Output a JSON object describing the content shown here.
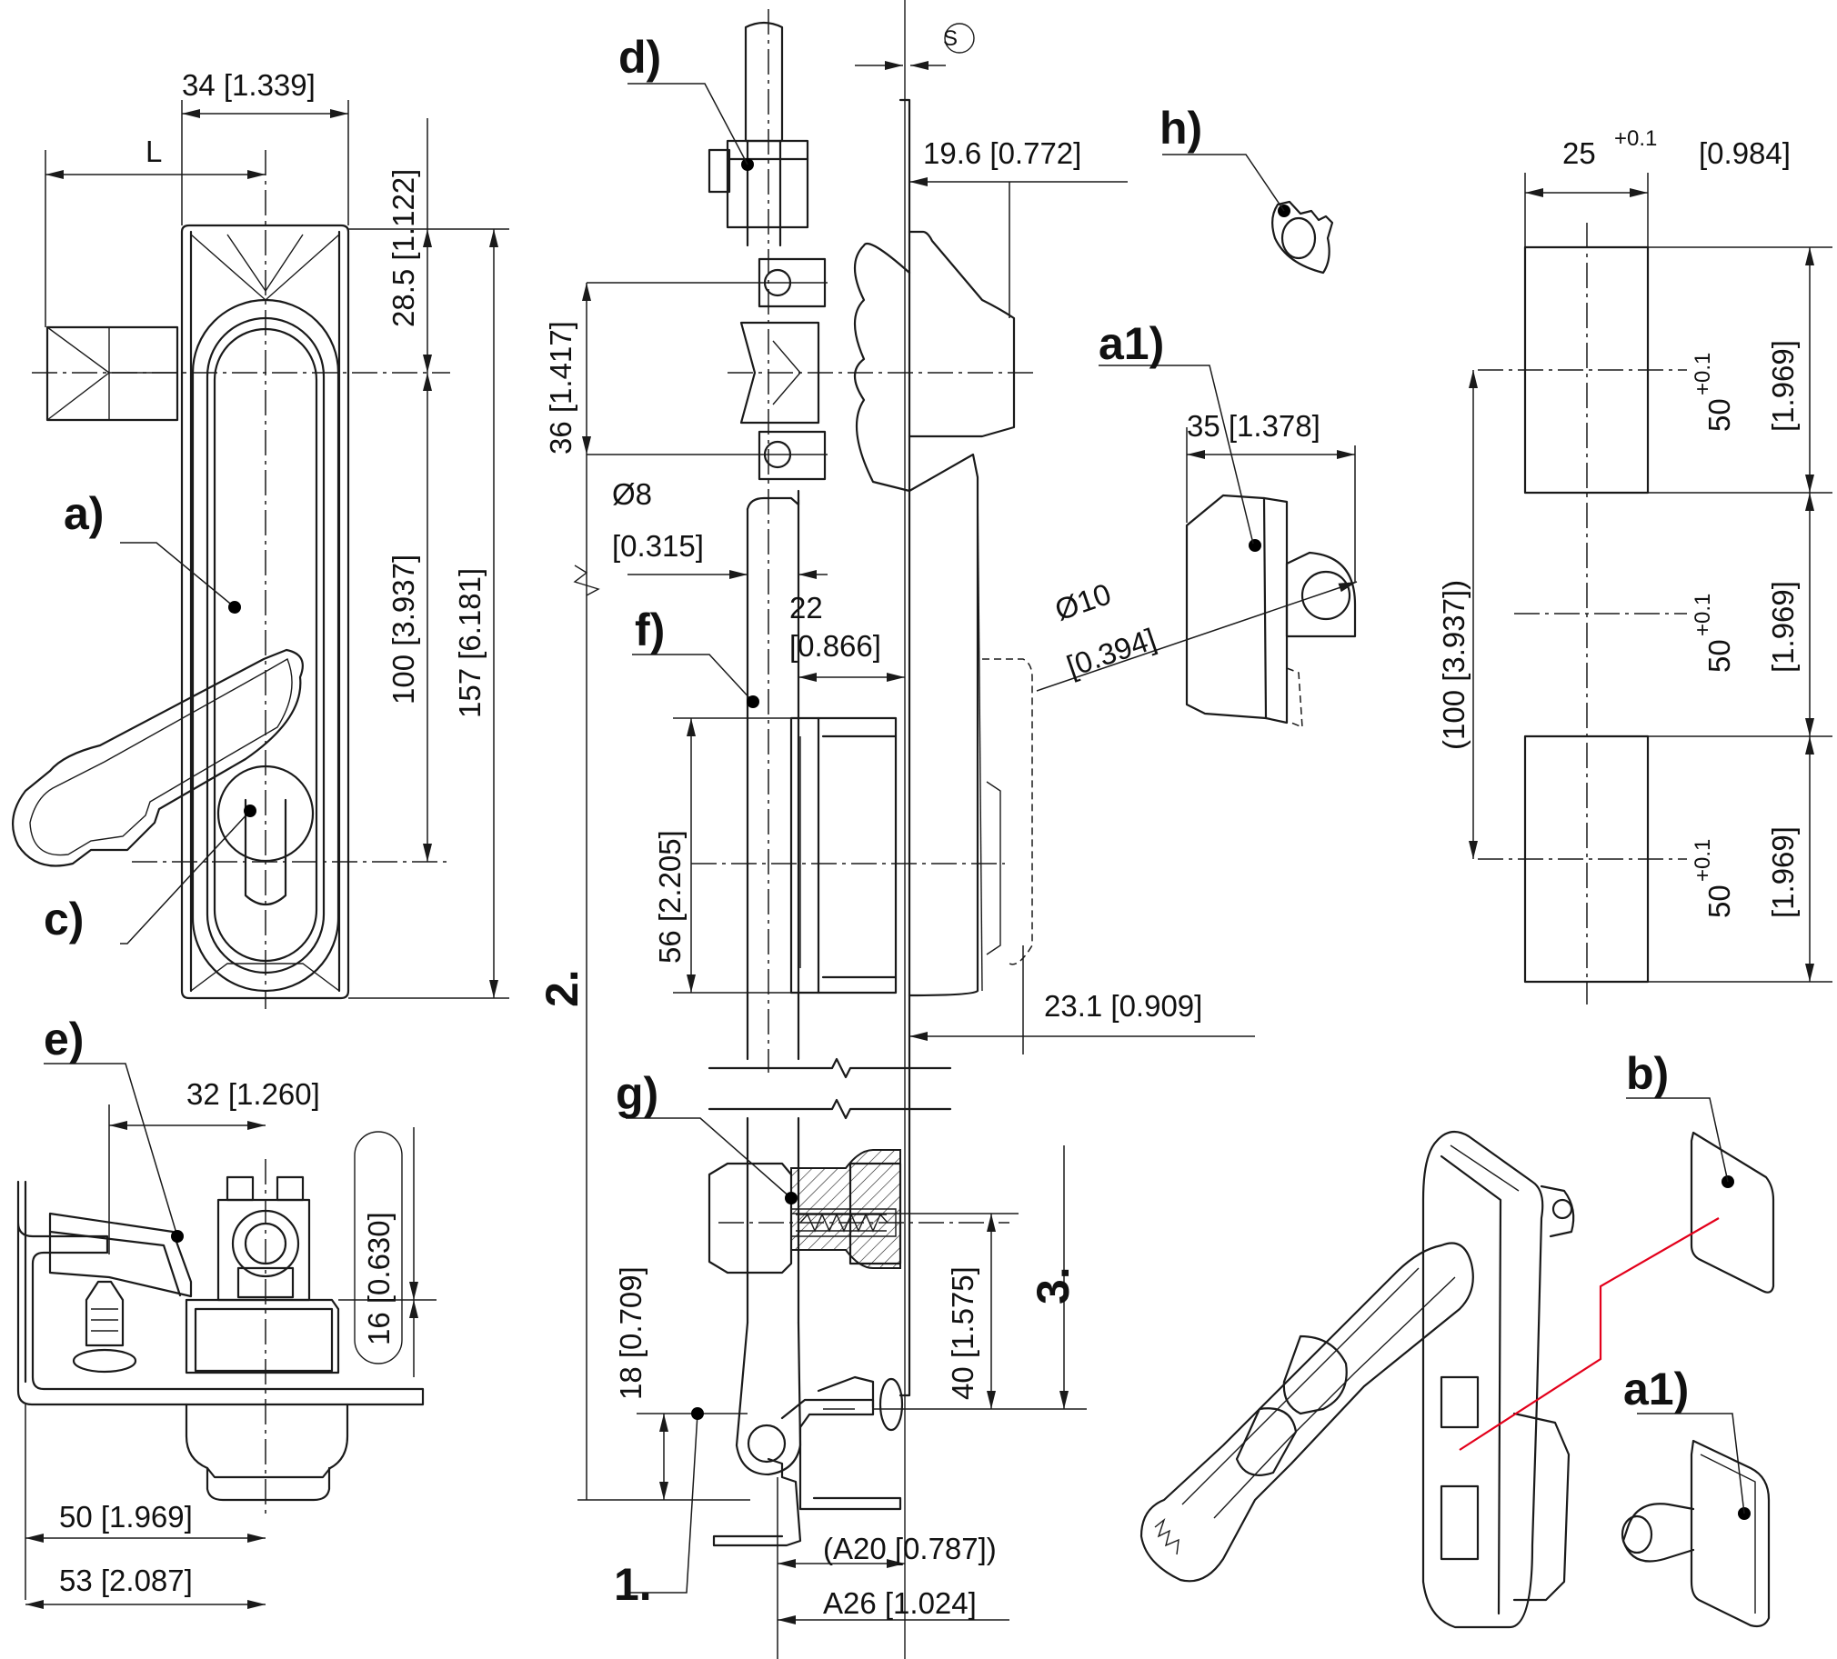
{
  "callouts": {
    "a": "a)",
    "a1": "a1)",
    "a1_b": "a1)",
    "b": "b)",
    "c": "c)",
    "d": "d)",
    "e": "e)",
    "f": "f)",
    "g": "g)",
    "h": "h)"
  },
  "steps": {
    "s1": "1.",
    "s2": "2.",
    "s3": "3."
  },
  "front_view": {
    "width": "34 [1.339]",
    "offset_label": "L",
    "top_to_axis": "28.5 [1.122]",
    "axis_spacing": "100 [3.937]",
    "overall_height": "157 [6.181]"
  },
  "bottom_view": {
    "offset": "32 [1.260]",
    "slot": "16 [0.630]",
    "width_50": "50 [1.969]",
    "width_53": "53 [2.087]"
  },
  "side_view": {
    "s_symbol": "S",
    "depth_196": "19.6 [0.772]",
    "rod_spacing": "36 [1.417]",
    "rod_dia_a": "Ø8",
    "rod_dia_b": "[0.315]",
    "offset_22_a": "22",
    "offset_22_b": "[0.866]",
    "height_56": "56 [2.205]",
    "depth_231": "23.1 [0.909]",
    "height_40": "40 [1.575]",
    "height_18": "18 [0.709]",
    "a20": "(A20 [0.787])",
    "a26": "A26 [1.024]"
  },
  "detail_a1": {
    "width": "35 [1.378]",
    "hole_a": "Ø10",
    "hole_b": "[0.394]"
  },
  "cutout": {
    "width_a": "25",
    "width_tol": "+0.1",
    "width_b": "[0.984]",
    "h1_a": "50",
    "h1_tol": "+0.1",
    "h1_b": "[1.969]",
    "h2_a": "50",
    "h2_tol": "+0.1",
    "h2_b": "[1.969]",
    "h3_a": "50",
    "h3_tol": "+0.1",
    "h3_b": "[1.969]",
    "spacing": "(100 [3.937])"
  },
  "colors": {
    "line": "#1a1a1a",
    "accent_red": "#e3001b"
  }
}
